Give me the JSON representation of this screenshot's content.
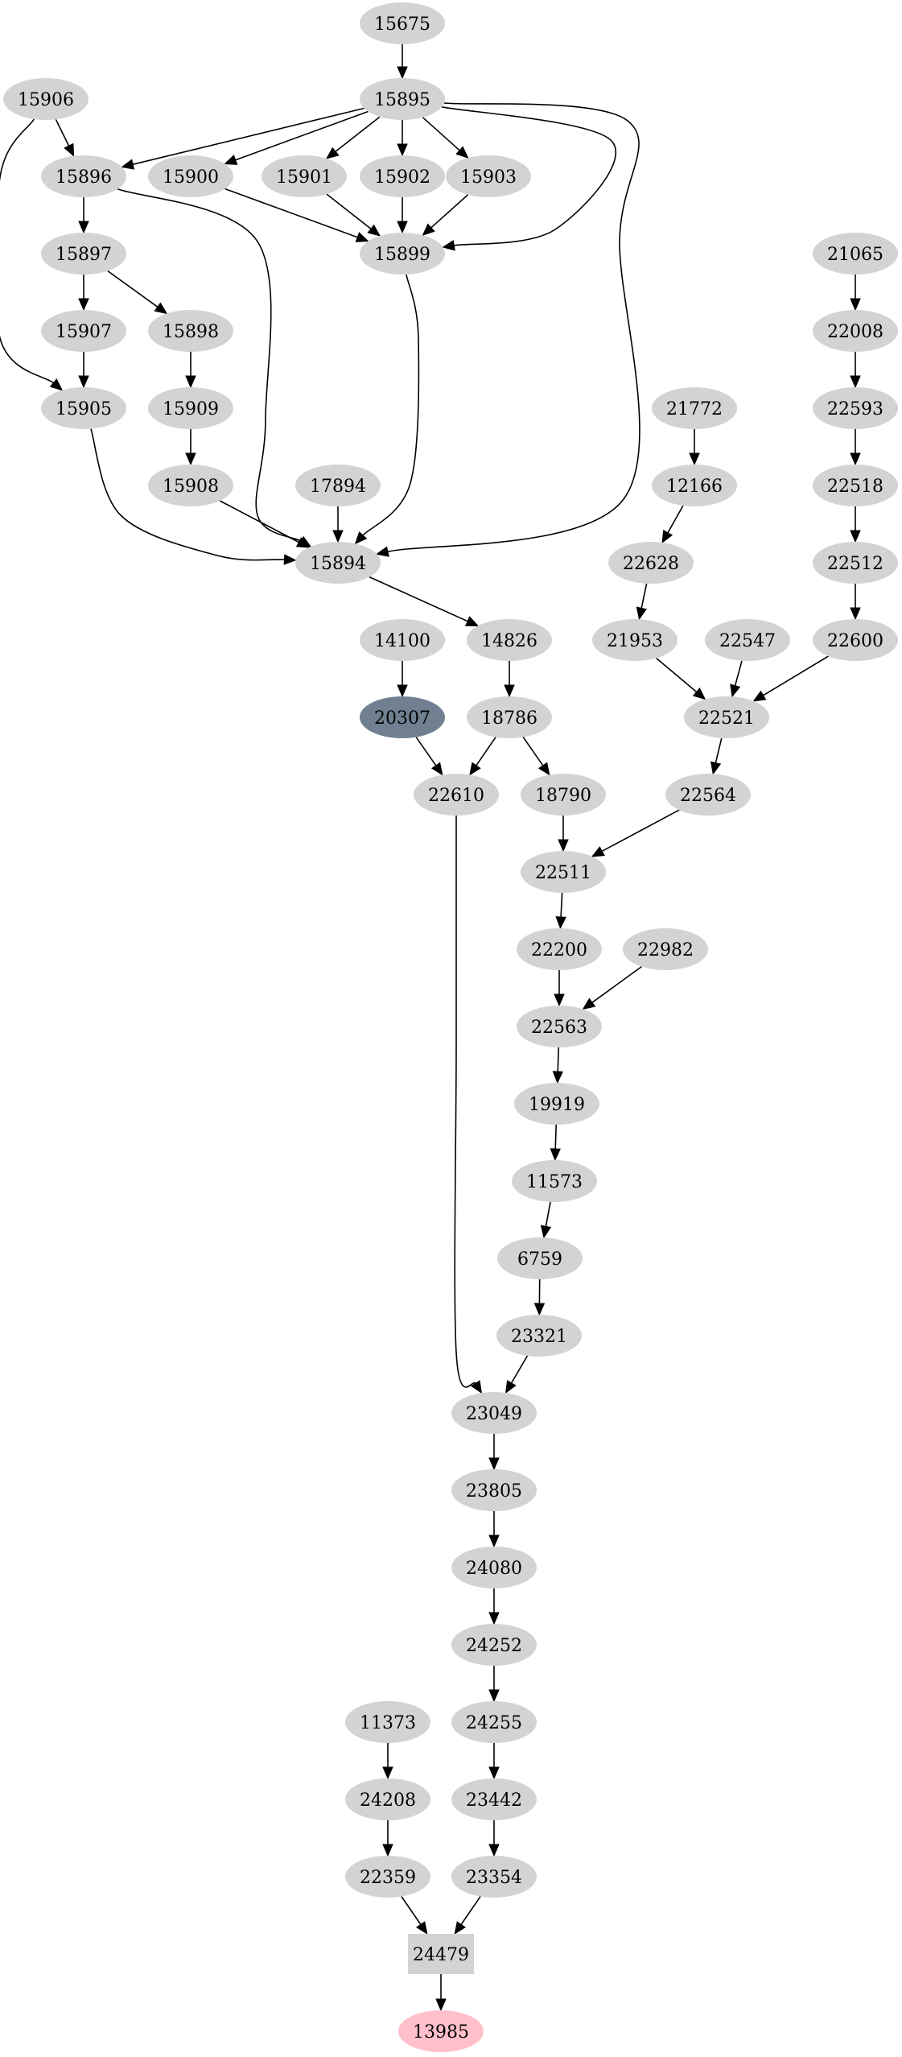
{
  "graph": {
    "type": "directed-graph",
    "colors": {
      "node_default": "#d3d3d3",
      "node_highlight": "#708090",
      "node_target": "#ffc0cb",
      "edge": "#000000",
      "text": "#000000"
    },
    "nodes": [
      {
        "id": "n15675",
        "label": "15675",
        "shape": "ellipse",
        "style": "default"
      },
      {
        "id": "n15906",
        "label": "15906",
        "shape": "ellipse",
        "style": "default"
      },
      {
        "id": "n15895",
        "label": "15895",
        "shape": "ellipse",
        "style": "default"
      },
      {
        "id": "n15896",
        "label": "15896",
        "shape": "ellipse",
        "style": "default"
      },
      {
        "id": "n15900",
        "label": "15900",
        "shape": "ellipse",
        "style": "default"
      },
      {
        "id": "n15901",
        "label": "15901",
        "shape": "ellipse",
        "style": "default"
      },
      {
        "id": "n15902",
        "label": "15902",
        "shape": "ellipse",
        "style": "default"
      },
      {
        "id": "n15903",
        "label": "15903",
        "shape": "ellipse",
        "style": "default"
      },
      {
        "id": "n15897",
        "label": "15897",
        "shape": "ellipse",
        "style": "default"
      },
      {
        "id": "n15899",
        "label": "15899",
        "shape": "ellipse",
        "style": "default"
      },
      {
        "id": "n21065",
        "label": "21065",
        "shape": "ellipse",
        "style": "default"
      },
      {
        "id": "n15907",
        "label": "15907",
        "shape": "ellipse",
        "style": "default"
      },
      {
        "id": "n15898",
        "label": "15898",
        "shape": "ellipse",
        "style": "default"
      },
      {
        "id": "n22008",
        "label": "22008",
        "shape": "ellipse",
        "style": "default"
      },
      {
        "id": "n15905",
        "label": "15905",
        "shape": "ellipse",
        "style": "default"
      },
      {
        "id": "n15909",
        "label": "15909",
        "shape": "ellipse",
        "style": "default"
      },
      {
        "id": "n21772",
        "label": "21772",
        "shape": "ellipse",
        "style": "default"
      },
      {
        "id": "n22593",
        "label": "22593",
        "shape": "ellipse",
        "style": "default"
      },
      {
        "id": "n15908",
        "label": "15908",
        "shape": "ellipse",
        "style": "default"
      },
      {
        "id": "n17894",
        "label": "17894",
        "shape": "ellipse",
        "style": "default"
      },
      {
        "id": "n12166",
        "label": "12166",
        "shape": "ellipse",
        "style": "default"
      },
      {
        "id": "n22518",
        "label": "22518",
        "shape": "ellipse",
        "style": "default"
      },
      {
        "id": "n15894",
        "label": "15894",
        "shape": "ellipse",
        "style": "default"
      },
      {
        "id": "n22628",
        "label": "22628",
        "shape": "ellipse",
        "style": "default"
      },
      {
        "id": "n22512",
        "label": "22512",
        "shape": "ellipse",
        "style": "default"
      },
      {
        "id": "n14100",
        "label": "14100",
        "shape": "ellipse",
        "style": "default"
      },
      {
        "id": "n14826",
        "label": "14826",
        "shape": "ellipse",
        "style": "default"
      },
      {
        "id": "n21953",
        "label": "21953",
        "shape": "ellipse",
        "style": "default"
      },
      {
        "id": "n22547",
        "label": "22547",
        "shape": "ellipse",
        "style": "default"
      },
      {
        "id": "n22600",
        "label": "22600",
        "shape": "ellipse",
        "style": "default"
      },
      {
        "id": "n20307",
        "label": "20307",
        "shape": "ellipse",
        "style": "highlight"
      },
      {
        "id": "n18786",
        "label": "18786",
        "shape": "ellipse",
        "style": "default"
      },
      {
        "id": "n22521",
        "label": "22521",
        "shape": "ellipse",
        "style": "default"
      },
      {
        "id": "n22610",
        "label": "22610",
        "shape": "ellipse",
        "style": "default"
      },
      {
        "id": "n18790",
        "label": "18790",
        "shape": "ellipse",
        "style": "default"
      },
      {
        "id": "n22564",
        "label": "22564",
        "shape": "ellipse",
        "style": "default"
      },
      {
        "id": "n22511",
        "label": "22511",
        "shape": "ellipse",
        "style": "default"
      },
      {
        "id": "n22200",
        "label": "22200",
        "shape": "ellipse",
        "style": "default"
      },
      {
        "id": "n22982",
        "label": "22982",
        "shape": "ellipse",
        "style": "default"
      },
      {
        "id": "n22563",
        "label": "22563",
        "shape": "ellipse",
        "style": "default"
      },
      {
        "id": "n19919",
        "label": "19919",
        "shape": "ellipse",
        "style": "default"
      },
      {
        "id": "n11573",
        "label": "11573",
        "shape": "ellipse",
        "style": "default"
      },
      {
        "id": "n6759",
        "label": "6759",
        "shape": "ellipse",
        "style": "default"
      },
      {
        "id": "n23321",
        "label": "23321",
        "shape": "ellipse",
        "style": "default"
      },
      {
        "id": "n23049",
        "label": "23049",
        "shape": "ellipse",
        "style": "default"
      },
      {
        "id": "n23805",
        "label": "23805",
        "shape": "ellipse",
        "style": "default"
      },
      {
        "id": "n24080",
        "label": "24080",
        "shape": "ellipse",
        "style": "default"
      },
      {
        "id": "n24252",
        "label": "24252",
        "shape": "ellipse",
        "style": "default"
      },
      {
        "id": "n11373",
        "label": "11373",
        "shape": "ellipse",
        "style": "default"
      },
      {
        "id": "n24255",
        "label": "24255",
        "shape": "ellipse",
        "style": "default"
      },
      {
        "id": "n24208",
        "label": "24208",
        "shape": "ellipse",
        "style": "default"
      },
      {
        "id": "n23442",
        "label": "23442",
        "shape": "ellipse",
        "style": "default"
      },
      {
        "id": "n22359",
        "label": "22359",
        "shape": "ellipse",
        "style": "default"
      },
      {
        "id": "n23354",
        "label": "23354",
        "shape": "ellipse",
        "style": "default"
      },
      {
        "id": "n24479",
        "label": "24479",
        "shape": "box",
        "style": "default"
      },
      {
        "id": "n13985",
        "label": "13985",
        "shape": "ellipse",
        "style": "target"
      }
    ],
    "edges": [
      {
        "from": "n15675",
        "to": "n15895"
      },
      {
        "from": "n15906",
        "to": "n15896"
      },
      {
        "from": "n15906",
        "to": "n15905"
      },
      {
        "from": "n15895",
        "to": "n15896"
      },
      {
        "from": "n15895",
        "to": "n15900"
      },
      {
        "from": "n15895",
        "to": "n15901"
      },
      {
        "from": "n15895",
        "to": "n15902"
      },
      {
        "from": "n15895",
        "to": "n15903"
      },
      {
        "from": "n15895",
        "to": "n15899"
      },
      {
        "from": "n15895",
        "to": "n15894"
      },
      {
        "from": "n15896",
        "to": "n15897"
      },
      {
        "from": "n15896",
        "to": "n15894"
      },
      {
        "from": "n15900",
        "to": "n15899"
      },
      {
        "from": "n15901",
        "to": "n15899"
      },
      {
        "from": "n15902",
        "to": "n15899"
      },
      {
        "from": "n15903",
        "to": "n15899"
      },
      {
        "from": "n15897",
        "to": "n15907"
      },
      {
        "from": "n15897",
        "to": "n15898"
      },
      {
        "from": "n15899",
        "to": "n15894"
      },
      {
        "from": "n15907",
        "to": "n15905"
      },
      {
        "from": "n15898",
        "to": "n15909"
      },
      {
        "from": "n15909",
        "to": "n15908"
      },
      {
        "from": "n15905",
        "to": "n15894"
      },
      {
        "from": "n15908",
        "to": "n15894"
      },
      {
        "from": "n17894",
        "to": "n15894"
      },
      {
        "from": "n15894",
        "to": "n14826"
      },
      {
        "from": "n21065",
        "to": "n22008"
      },
      {
        "from": "n22008",
        "to": "n22593"
      },
      {
        "from": "n22593",
        "to": "n22518"
      },
      {
        "from": "n22518",
        "to": "n22512"
      },
      {
        "from": "n22512",
        "to": "n22600"
      },
      {
        "from": "n21772",
        "to": "n12166"
      },
      {
        "from": "n12166",
        "to": "n22628"
      },
      {
        "from": "n22628",
        "to": "n21953"
      },
      {
        "from": "n21953",
        "to": "n22521"
      },
      {
        "from": "n22547",
        "to": "n22521"
      },
      {
        "from": "n22600",
        "to": "n22521"
      },
      {
        "from": "n22521",
        "to": "n22564"
      },
      {
        "from": "n14100",
        "to": "n20307"
      },
      {
        "from": "n14826",
        "to": "n18786"
      },
      {
        "from": "n20307",
        "to": "n22610"
      },
      {
        "from": "n18786",
        "to": "n22610"
      },
      {
        "from": "n18786",
        "to": "n18790"
      },
      {
        "from": "n18790",
        "to": "n22511"
      },
      {
        "from": "n22564",
        "to": "n22511"
      },
      {
        "from": "n22511",
        "to": "n22200"
      },
      {
        "from": "n22200",
        "to": "n22563"
      },
      {
        "from": "n22982",
        "to": "n22563"
      },
      {
        "from": "n22563",
        "to": "n19919"
      },
      {
        "from": "n19919",
        "to": "n11573"
      },
      {
        "from": "n11573",
        "to": "n6759"
      },
      {
        "from": "n6759",
        "to": "n23321"
      },
      {
        "from": "n22610",
        "to": "n23049"
      },
      {
        "from": "n23321",
        "to": "n23049"
      },
      {
        "from": "n23049",
        "to": "n23805"
      },
      {
        "from": "n23805",
        "to": "n24080"
      },
      {
        "from": "n24080",
        "to": "n24252"
      },
      {
        "from": "n24252",
        "to": "n24255"
      },
      {
        "from": "n24255",
        "to": "n23442"
      },
      {
        "from": "n23442",
        "to": "n23354"
      },
      {
        "from": "n11373",
        "to": "n24208"
      },
      {
        "from": "n24208",
        "to": "n22359"
      },
      {
        "from": "n22359",
        "to": "n24479"
      },
      {
        "from": "n23354",
        "to": "n24479"
      },
      {
        "from": "n24479",
        "to": "n13985"
      }
    ]
  }
}
